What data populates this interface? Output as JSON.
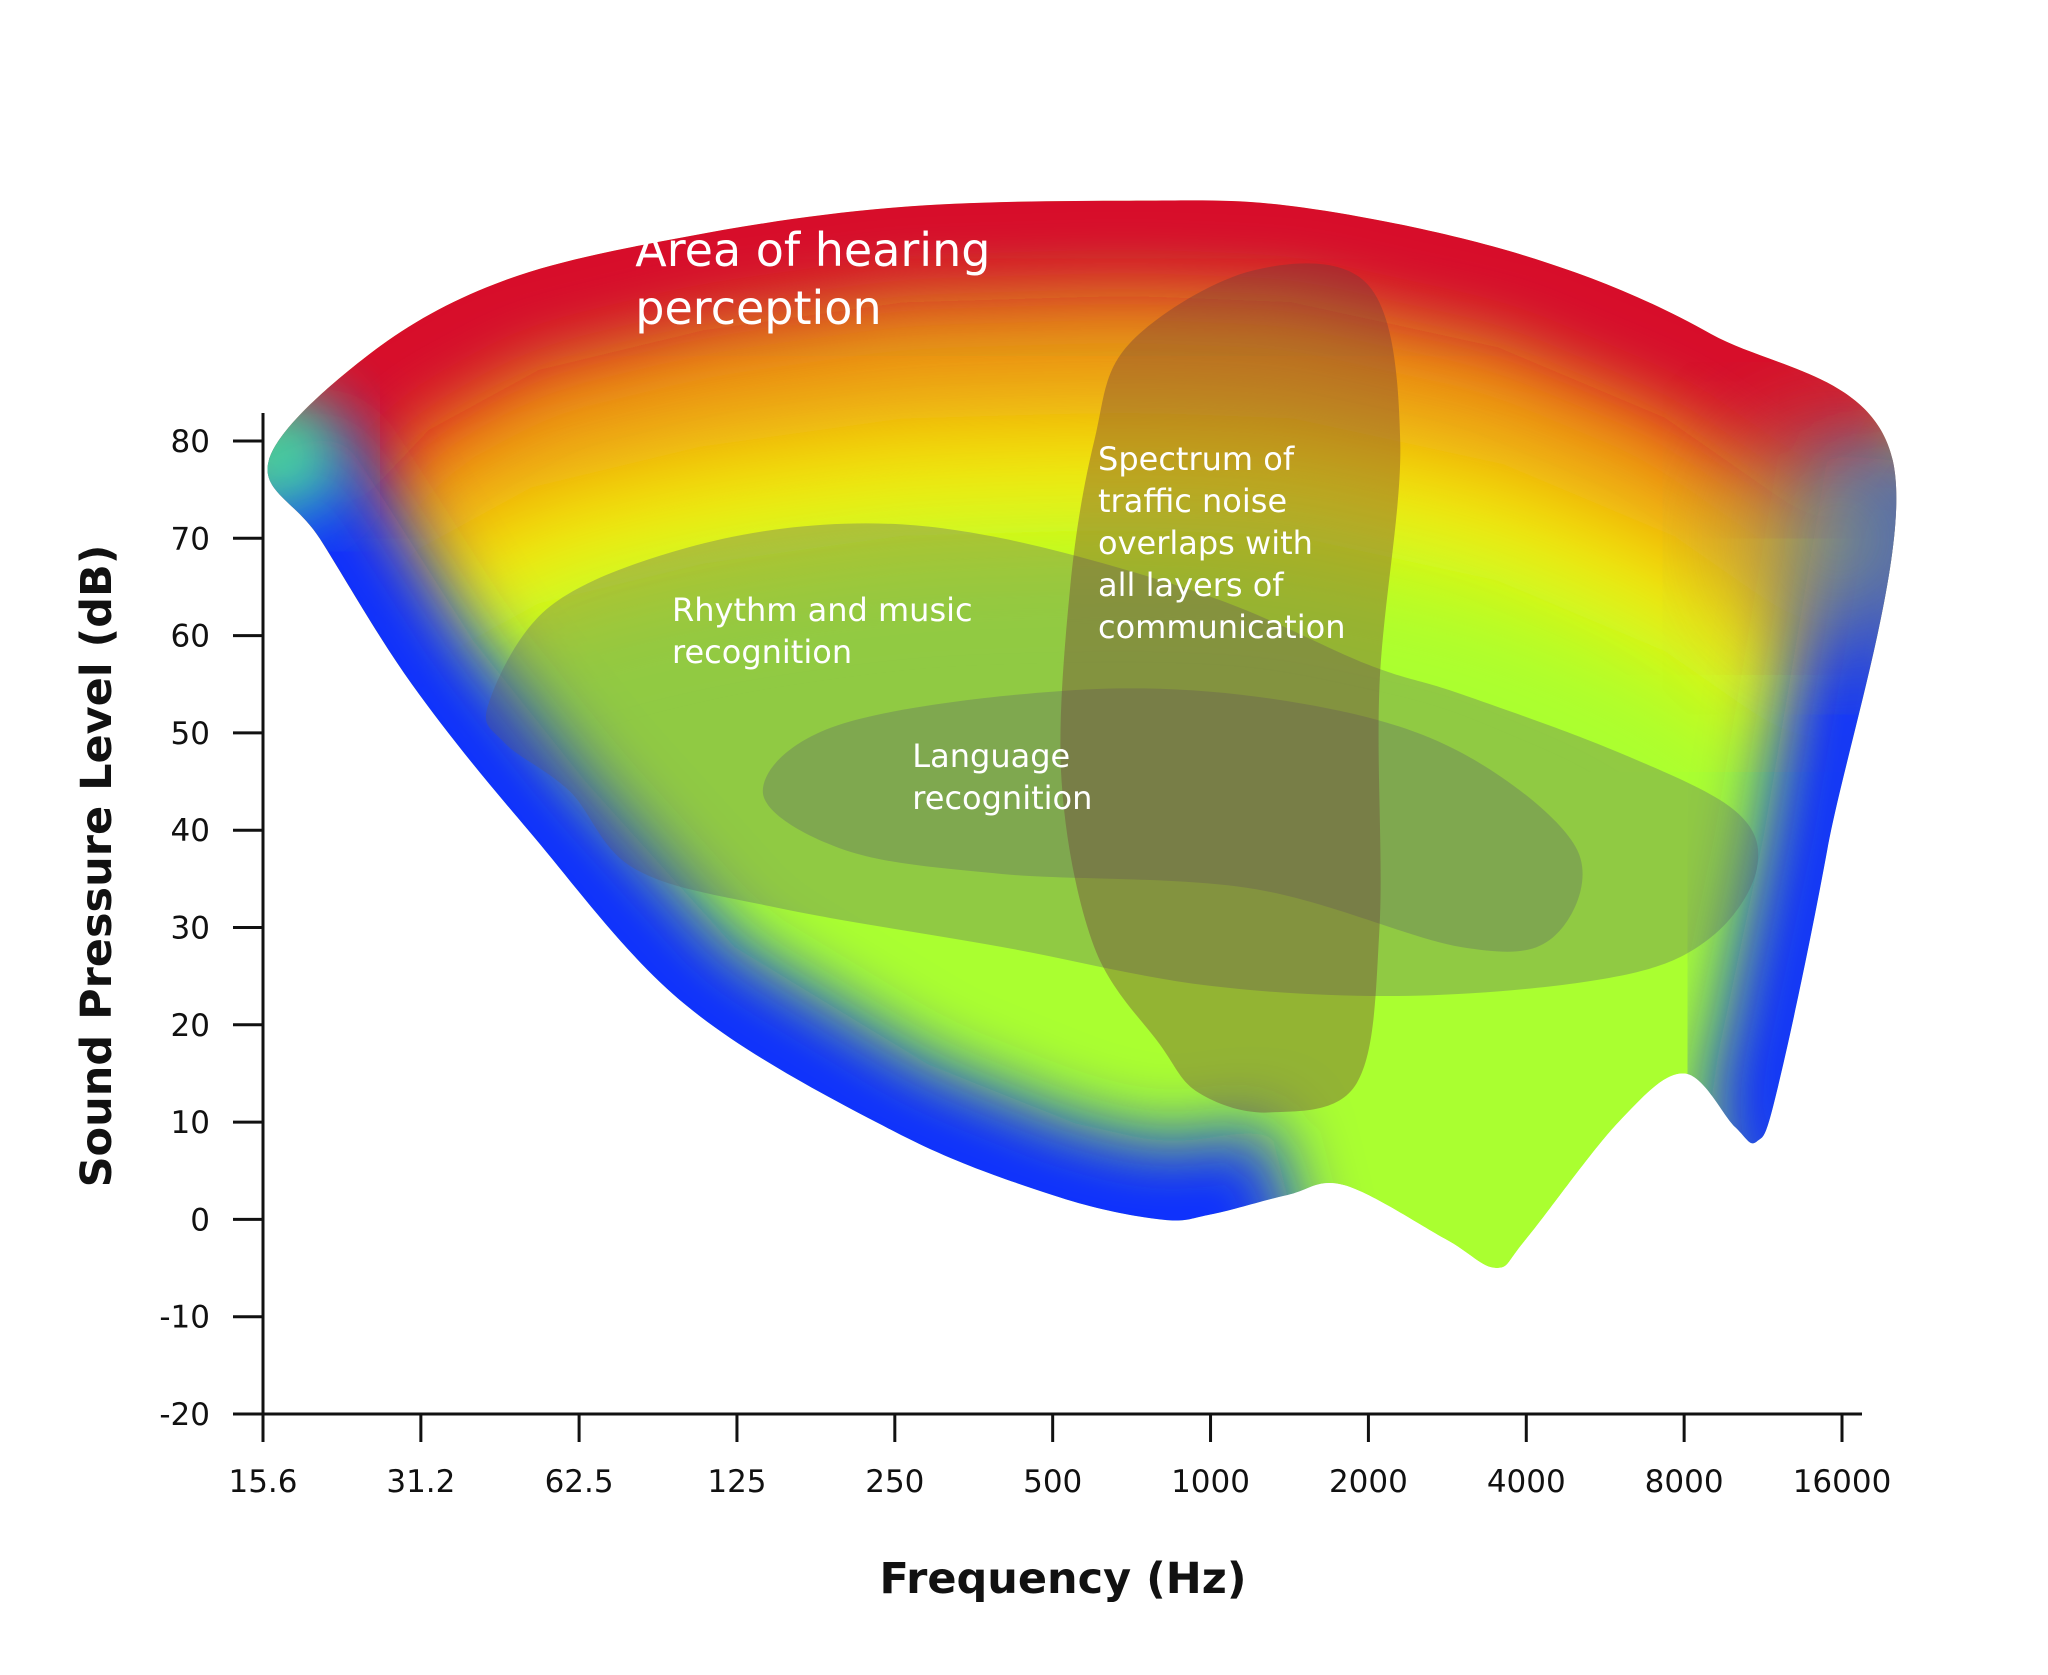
{
  "chart_data": {
    "type": "area",
    "xlabel": "Frequency (Hz)",
    "ylabel": "Sound Pressure Level (dB)",
    "x_scale": "log2",
    "xlim": [
      15.6,
      16000
    ],
    "ylim": [
      -20,
      80
    ],
    "x_ticks": [
      {
        "value": 15.6,
        "label": "15.6"
      },
      {
        "value": 31.2,
        "label": "31.2"
      },
      {
        "value": 62.5,
        "label": "62.5"
      },
      {
        "value": 125,
        "label": "125"
      },
      {
        "value": 250,
        "label": "250"
      },
      {
        "value": 500,
        "label": "500"
      },
      {
        "value": 1000,
        "label": "1000"
      },
      {
        "value": 2000,
        "label": "2000"
      },
      {
        "value": 4000,
        "label": "4000"
      },
      {
        "value": 8000,
        "label": "8000"
      },
      {
        "value": 16000,
        "label": "16000"
      }
    ],
    "y_ticks": [
      {
        "value": 80,
        "label": "80"
      },
      {
        "value": 70,
        "label": "70"
      },
      {
        "value": 60,
        "label": "60"
      },
      {
        "value": 50,
        "label": "50"
      },
      {
        "value": 40,
        "label": "40"
      },
      {
        "value": 30,
        "label": "30"
      },
      {
        "value": 20,
        "label": "20"
      },
      {
        "value": 10,
        "label": "10"
      },
      {
        "value": 0,
        "label": "0"
      },
      {
        "value": -10,
        "label": "-10"
      },
      {
        "value": -20,
        "label": "-20"
      }
    ],
    "grid": false,
    "legend": "none",
    "regions": [
      {
        "id": "hearing-area",
        "label_lines": [
          "Area of hearing",
          "perception"
        ],
        "label_at": {
          "x": 80,
          "y": 98
        },
        "fill": "gradient",
        "colors": {
          "top": "#d7102a",
          "upper": "#f08a10",
          "middle": "#f5f20a",
          "lower": "#aaff30",
          "edge": "#0b2dff"
        },
        "upper_boundary": [
          {
            "x": 16,
            "y": 78
          },
          {
            "x": 25,
            "y": 89
          },
          {
            "x": 45,
            "y": 96.5
          },
          {
            "x": 100,
            "y": 101
          },
          {
            "x": 250,
            "y": 104
          },
          {
            "x": 700,
            "y": 104.7
          },
          {
            "x": 1500,
            "y": 104
          },
          {
            "x": 4000,
            "y": 99
          },
          {
            "x": 9000,
            "y": 91
          },
          {
            "x": 20000,
            "y": 78
          }
        ],
        "lower_boundary": [
          {
            "x": 20000,
            "y": 78
          },
          {
            "x": 15000,
            "y": 38
          },
          {
            "x": 12000,
            "y": 13
          },
          {
            "x": 11000,
            "y": 8
          },
          {
            "x": 10000,
            "y": 9.5
          },
          {
            "x": 8000,
            "y": 15
          },
          {
            "x": 6000,
            "y": 10
          },
          {
            "x": 4000,
            "y": -2
          },
          {
            "x": 3500,
            "y": -5
          },
          {
            "x": 2800,
            "y": -2
          },
          {
            "x": 1800,
            "y": 3.5
          },
          {
            "x": 1400,
            "y": 2.5
          },
          {
            "x": 1000,
            "y": 0.5
          },
          {
            "x": 800,
            "y": 0
          },
          {
            "x": 500,
            "y": 2.5
          },
          {
            "x": 250,
            "y": 9
          },
          {
            "x": 100,
            "y": 22
          },
          {
            "x": 50,
            "y": 40
          },
          {
            "x": 30,
            "y": 55
          },
          {
            "x": 20,
            "y": 70
          },
          {
            "x": 16,
            "y": 78
          }
        ]
      },
      {
        "id": "rhythm-music",
        "label_lines": [
          "Rhythm and music",
          "recognition"
        ],
        "label_at": {
          "x": 94,
          "y": 61.5
        },
        "fill": "#5a5a6e",
        "opacity": 0.32,
        "boundary": [
          {
            "x": 42,
            "y": 53
          },
          {
            "x": 55,
            "y": 63
          },
          {
            "x": 100,
            "y": 69
          },
          {
            "x": 200,
            "y": 71.5
          },
          {
            "x": 400,
            "y": 70
          },
          {
            "x": 1000,
            "y": 64
          },
          {
            "x": 2000,
            "y": 57
          },
          {
            "x": 3000,
            "y": 54
          },
          {
            "x": 6000,
            "y": 48
          },
          {
            "x": 10000,
            "y": 42
          },
          {
            "x": 11000,
            "y": 36
          },
          {
            "x": 9000,
            "y": 29
          },
          {
            "x": 6000,
            "y": 25
          },
          {
            "x": 2500,
            "y": 23
          },
          {
            "x": 1000,
            "y": 24
          },
          {
            "x": 400,
            "y": 28
          },
          {
            "x": 150,
            "y": 32
          },
          {
            "x": 80,
            "y": 36
          },
          {
            "x": 60,
            "y": 44
          },
          {
            "x": 45,
            "y": 49
          },
          {
            "x": 42,
            "y": 53
          }
        ]
      },
      {
        "id": "language",
        "label_lines": [
          "Language",
          "recognition"
        ],
        "label_at": {
          "x": 270,
          "y": 46.5
        },
        "fill": "#5a5a6e",
        "opacity": 0.3,
        "boundary": [
          {
            "x": 140,
            "y": 44
          },
          {
            "x": 200,
            "y": 51
          },
          {
            "x": 600,
            "y": 54.5
          },
          {
            "x": 1500,
            "y": 53
          },
          {
            "x": 3000,
            "y": 48
          },
          {
            "x": 5000,
            "y": 38
          },
          {
            "x": 4500,
            "y": 29
          },
          {
            "x": 3000,
            "y": 28
          },
          {
            "x": 1200,
            "y": 34
          },
          {
            "x": 400,
            "y": 35.5
          },
          {
            "x": 200,
            "y": 38
          },
          {
            "x": 140,
            "y": 44
          }
        ]
      },
      {
        "id": "traffic-noise",
        "label_lines": [
          "Spectrum of",
          "traffic noise",
          "overlaps with",
          "all layers of",
          "communication"
        ],
        "label_at": {
          "x": 610,
          "y": 77
        },
        "fill": "#6e3a3a",
        "opacity": 0.38,
        "boundary": [
          {
            "x": 700,
            "y": 90
          },
          {
            "x": 1200,
            "y": 97.5
          },
          {
            "x": 2000,
            "y": 96
          },
          {
            "x": 2300,
            "y": 80
          },
          {
            "x": 2100,
            "y": 55
          },
          {
            "x": 2100,
            "y": 30
          },
          {
            "x": 1900,
            "y": 14
          },
          {
            "x": 1300,
            "y": 11
          },
          {
            "x": 950,
            "y": 13
          },
          {
            "x": 800,
            "y": 18
          },
          {
            "x": 600,
            "y": 28
          },
          {
            "x": 520,
            "y": 45
          },
          {
            "x": 540,
            "y": 65
          },
          {
            "x": 600,
            "y": 80
          },
          {
            "x": 700,
            "y": 90
          }
        ]
      }
    ]
  }
}
